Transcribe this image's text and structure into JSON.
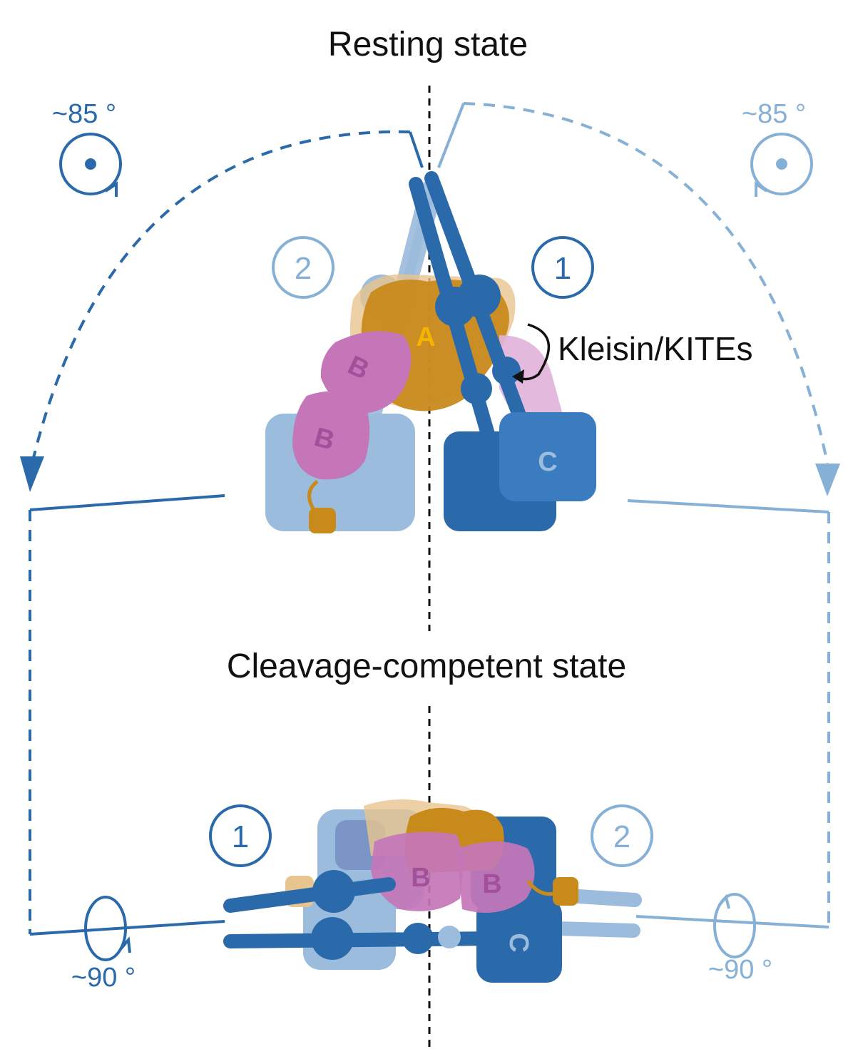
{
  "titles": {
    "resting": "Resting state",
    "cleavage": "Cleavage-competent state"
  },
  "annotations": {
    "kleisin": "Kleisin/KITEs"
  },
  "rotations": {
    "top_left": "~85 °",
    "top_right": "~85 °",
    "bottom_left": "~90 °",
    "bottom_right": "~90 °"
  },
  "protomers": {
    "top_first": "1",
    "top_second": "2",
    "bottom_first": "1",
    "bottom_second": "2"
  },
  "domains": {
    "a": "A",
    "b": "B",
    "c": "C"
  },
  "colors": {
    "dark_blue": "#2a6aab",
    "light_blue": "#86b0d6",
    "orange": "#c98a1c",
    "pink": "#c476b8",
    "yellow_label": "#f5b400",
    "black": "#111111"
  }
}
